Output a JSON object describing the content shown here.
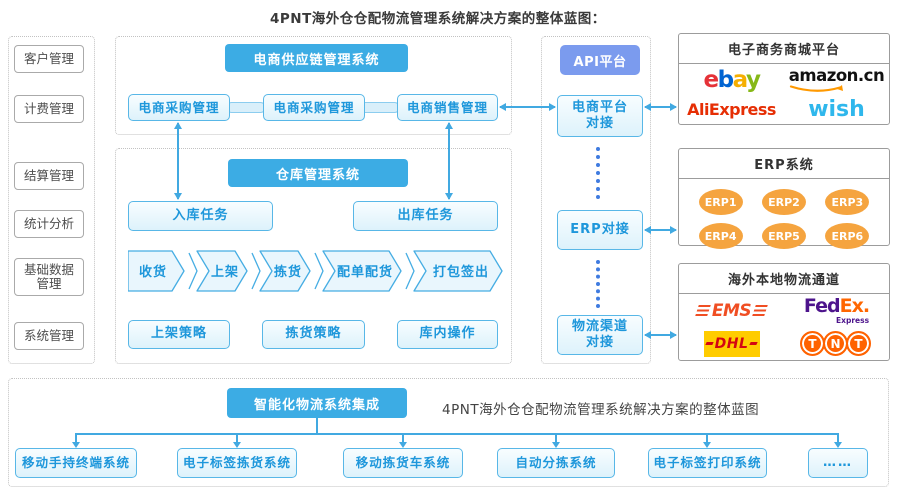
{
  "title": "4PNT海外仓仓配物流管理系统解决方案的整体蓝图：",
  "colors": {
    "header_blue": "#3CACE4",
    "api_header_blue": "#7B9BEE",
    "box_border_blue": "#58B7E7",
    "box_text_blue": "#1E97DB",
    "arrow_blue": "#41A9E1",
    "dotted_link_blue": "#3F7BE0",
    "erp_orange": "#F5A43F"
  },
  "sidebar": {
    "items": [
      "客户管理",
      "计费管理",
      "结算管理",
      "统计分析",
      "基础数据\n管理",
      "系统管理"
    ]
  },
  "supply_chain": {
    "header": "电商供应链管理系统",
    "boxes": [
      "电商采购管理",
      "电商采购管理",
      "电商销售管理"
    ]
  },
  "warehouse": {
    "header": "仓库管理系统",
    "inbound": "入库任务",
    "outbound": "出库任务",
    "flow_steps": [
      "收货",
      "上架",
      "拣货",
      "配单配货",
      "打包签出"
    ],
    "strategies": [
      "上架策略",
      "拣货策略",
      "库内操作"
    ]
  },
  "api_column": {
    "header": "API平台",
    "nodes": [
      "电商平台\n对接",
      "ERP对接",
      "物流渠道\n对接"
    ]
  },
  "panels": {
    "ecommerce": {
      "title": "电子商务商城平台",
      "ebay": [
        "e",
        "b",
        "a",
        "y"
      ],
      "amazon": "amazon.cn",
      "aliexpress": "AliExpress",
      "wish": "wish"
    },
    "erp": {
      "title": "ERP系统",
      "items": [
        "ERP1",
        "ERP2",
        "ERP3",
        "ERP4",
        "ERP5",
        "ERP6"
      ]
    },
    "logistics": {
      "title": "海外本地物流通道",
      "ems": "EMS",
      "fedex": {
        "fed": "Fed",
        "ex": "Ex",
        "dot": ".",
        "express": "Express"
      },
      "dhl": "DHL",
      "tnt": [
        "T",
        "N",
        "T"
      ]
    }
  },
  "bottom": {
    "header": "智能化物流系统集成",
    "caption": "4PNT海外仓仓配物流管理系统解决方案的整体蓝图",
    "systems": [
      "移动手持终端系统",
      "电子标签拣货系统",
      "移动拣货车系统",
      "自动分拣系统",
      "电子标签打印系统",
      "……"
    ]
  }
}
